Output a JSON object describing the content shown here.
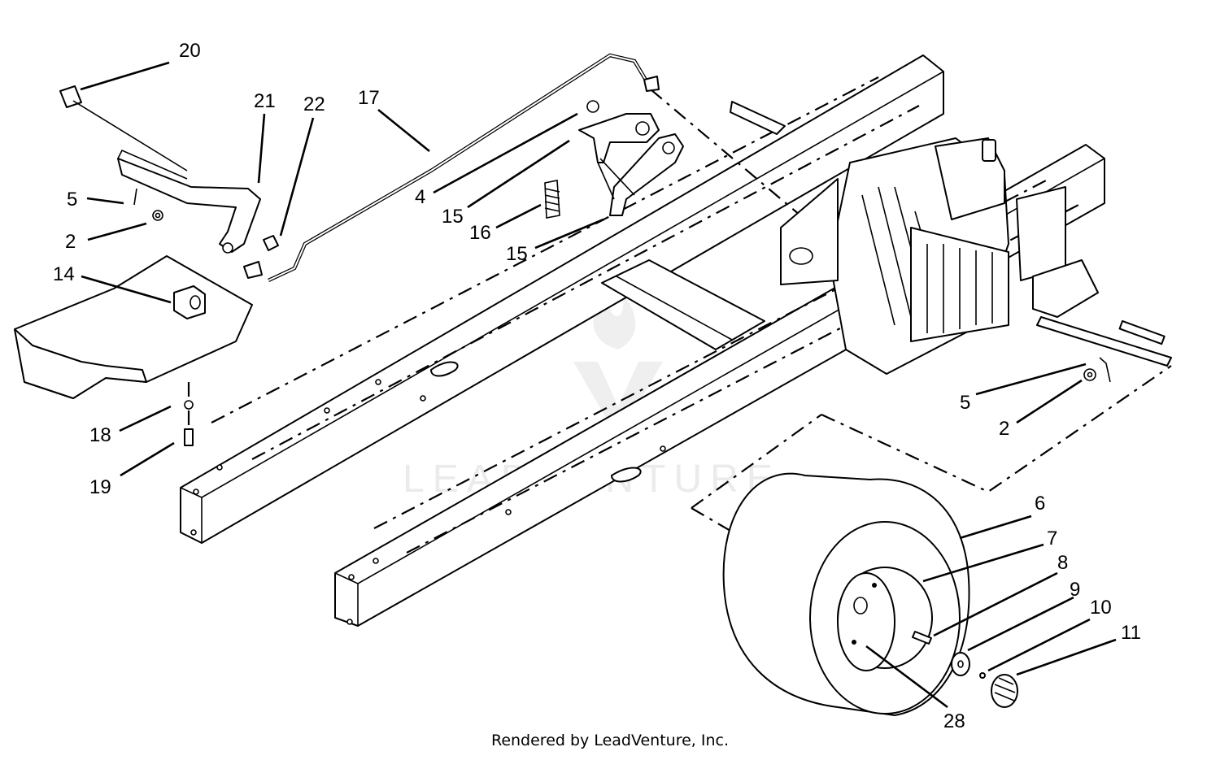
{
  "watermark": {
    "brand_text": "LEADVENTURE"
  },
  "footer": {
    "credit": "Rendered by LeadVenture, Inc."
  },
  "callouts": [
    {
      "id": "c20",
      "label": "20"
    },
    {
      "id": "c21",
      "label": "21"
    },
    {
      "id": "c22",
      "label": "22"
    },
    {
      "id": "c17",
      "label": "17"
    },
    {
      "id": "c5a",
      "label": "5"
    },
    {
      "id": "c2a",
      "label": "2"
    },
    {
      "id": "c14",
      "label": "14"
    },
    {
      "id": "c18",
      "label": "18"
    },
    {
      "id": "c19",
      "label": "19"
    },
    {
      "id": "c4",
      "label": "4"
    },
    {
      "id": "c15a",
      "label": "15"
    },
    {
      "id": "c16",
      "label": "16"
    },
    {
      "id": "c15b",
      "label": "15"
    },
    {
      "id": "c5b",
      "label": "5"
    },
    {
      "id": "c2b",
      "label": "2"
    },
    {
      "id": "c6",
      "label": "6"
    },
    {
      "id": "c7",
      "label": "7"
    },
    {
      "id": "c8",
      "label": "8"
    },
    {
      "id": "c9",
      "label": "9"
    },
    {
      "id": "c10",
      "label": "10"
    },
    {
      "id": "c11",
      "label": "11"
    },
    {
      "id": "c28",
      "label": "28"
    }
  ],
  "colors": {
    "line": "#000000",
    "background": "#ffffff",
    "watermark": "#e9e9e9"
  }
}
